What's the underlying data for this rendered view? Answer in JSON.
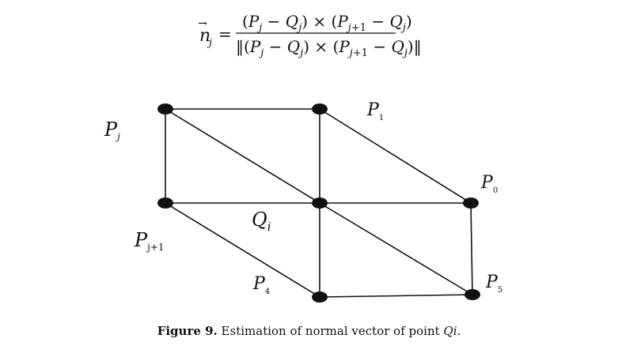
{
  "equation": {
    "lhs_symbol": "n",
    "lhs_sub": "j",
    "lhs_arrow": "→",
    "equals": "=",
    "numerator": "(P_j − Q_j) × (P_{j+1} − Q_j)",
    "denominator": "‖(P_j − Q_j) × (P_{j+1} − Q_j)‖"
  },
  "diagram": {
    "labels": {
      "pj": {
        "main": "P",
        "sub": "j"
      },
      "pj1": {
        "main": "P",
        "sub": "j+1"
      },
      "qi": {
        "main": "Q",
        "sub": "i"
      },
      "p1": {
        "main": "P",
        "sub": "1"
      },
      "p0": {
        "main": "P",
        "sub": "0"
      },
      "p5": {
        "main": "P",
        "sub": "5"
      },
      "p4": {
        "main": "P",
        "sub": "4"
      }
    }
  },
  "caption": {
    "label": "Figure 9.",
    "text": " Estimation of normal vector of point ",
    "point": "Qi",
    "end": "."
  }
}
